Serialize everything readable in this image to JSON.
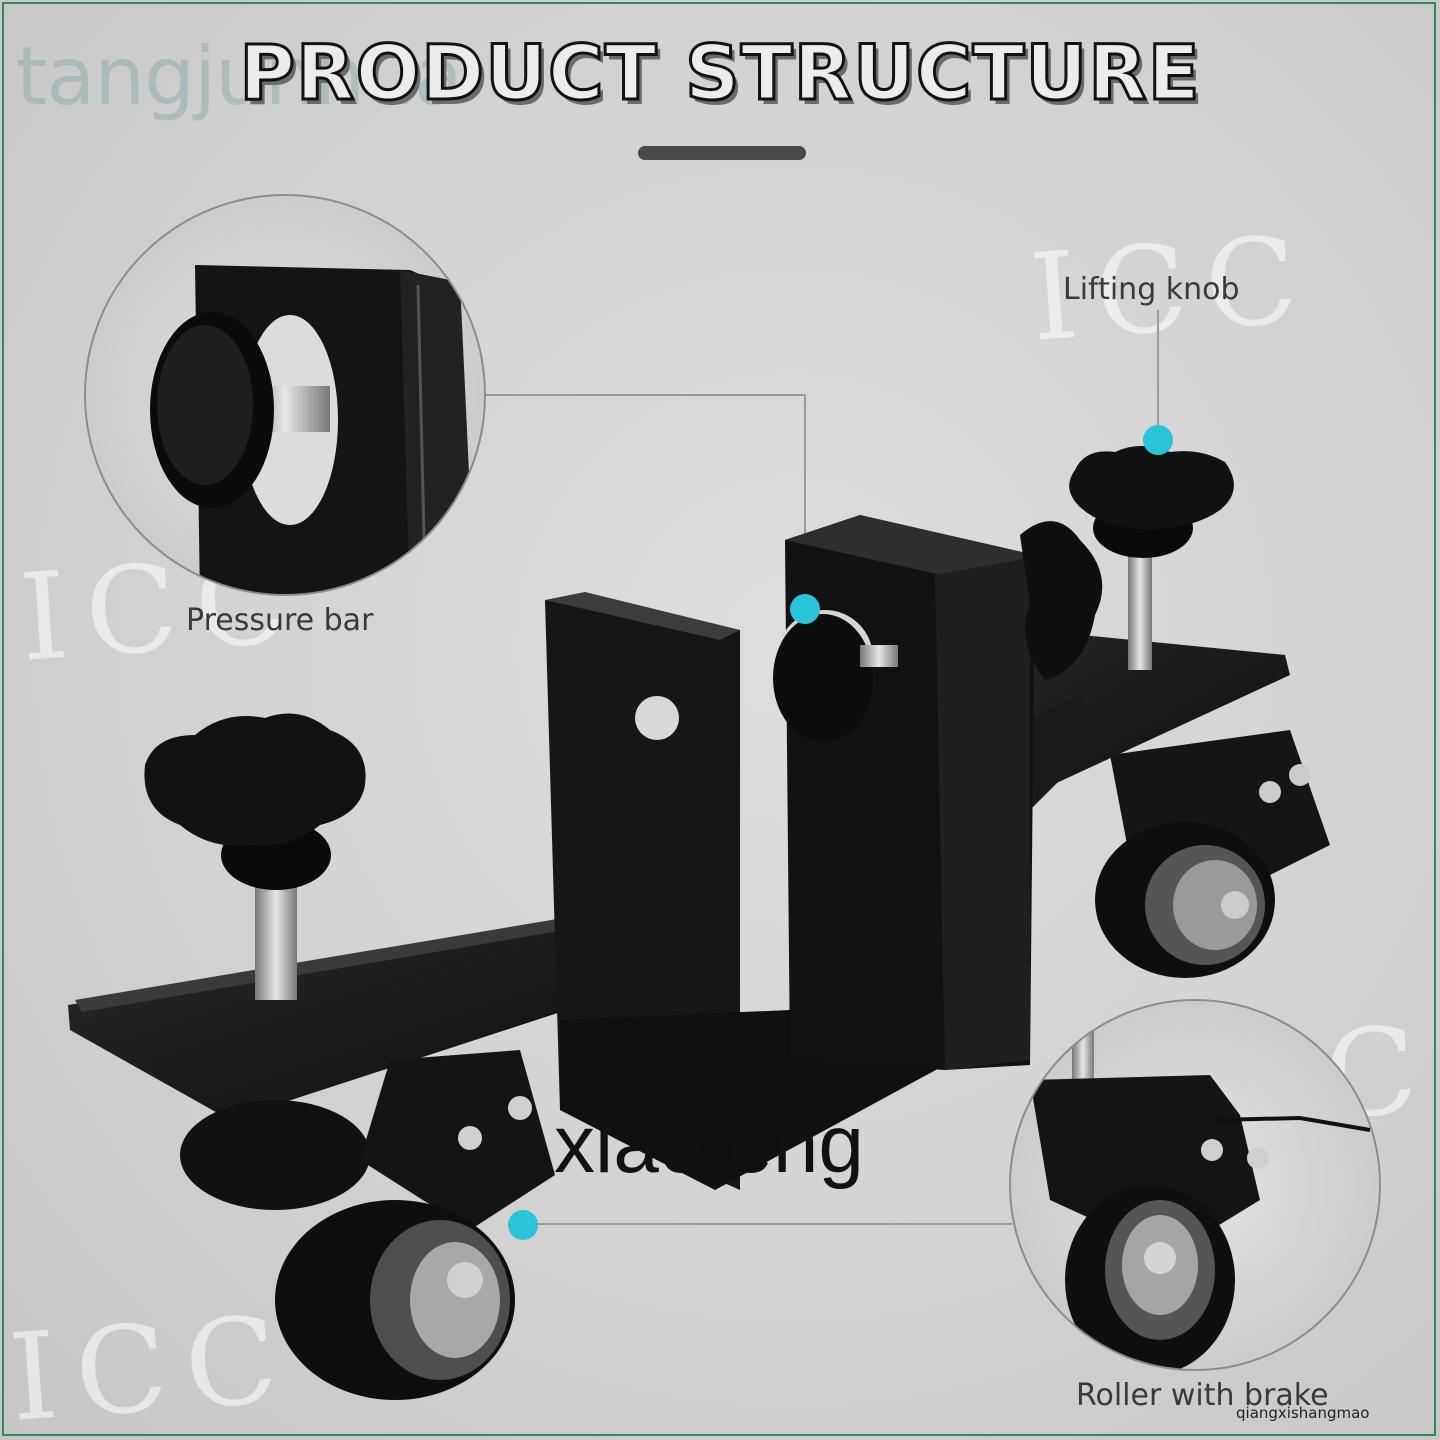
{
  "title": "PRODUCT STRUCTURE",
  "watermark_top": "tangjunhua",
  "watermark_icc": "ICC",
  "labels": {
    "pressure_bar": "Pressure bar",
    "lifting_knob": "Lifting knob",
    "roller_with_brake": "Roller with brake"
  },
  "overlay_text": "xiaofeng",
  "corner_watermark": "qiangxishangmao",
  "colors": {
    "accent_dot": "#29c4d8",
    "frame_border": "#2e8b57",
    "metal": "#141414",
    "background": "#d2d2d2"
  }
}
